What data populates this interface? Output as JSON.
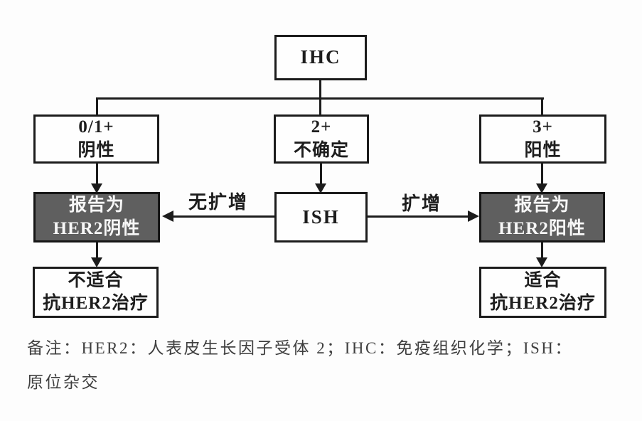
{
  "diagram": {
    "title_implicit": "HER2 检测流程",
    "nodes": {
      "ihc": {
        "label": "IHC"
      },
      "score01": {
        "line1": "0/1+",
        "line2": "阴性"
      },
      "score2": {
        "line1": "2+",
        "line2": "不确定"
      },
      "score3": {
        "line1": "3+",
        "line2": "阳性"
      },
      "report_negative": {
        "line1": "报告为",
        "line2": "HER2阴性"
      },
      "ish": {
        "label": "ISH"
      },
      "report_positive": {
        "line1": "报告为",
        "line2": "HER2阳性"
      },
      "not_suitable": {
        "line1": "不适合",
        "line2": "抗HER2治疗"
      },
      "suitable": {
        "line1": "适合",
        "line2": "抗HER2治疗"
      }
    },
    "edge_labels": {
      "no_amplification": "无扩增",
      "amplification": "扩增"
    },
    "note": {
      "line1": "备注：HER2：人表皮生长因子受体 2；IHC：免疫组织化学；ISH：",
      "line2": "原位杂交"
    },
    "colors": {
      "dark_box_fill": "#5f5f5f",
      "dark_box_text": "#f7f7f7",
      "line_color": "#1c1c1c",
      "background": "#fdfdfd"
    }
  }
}
